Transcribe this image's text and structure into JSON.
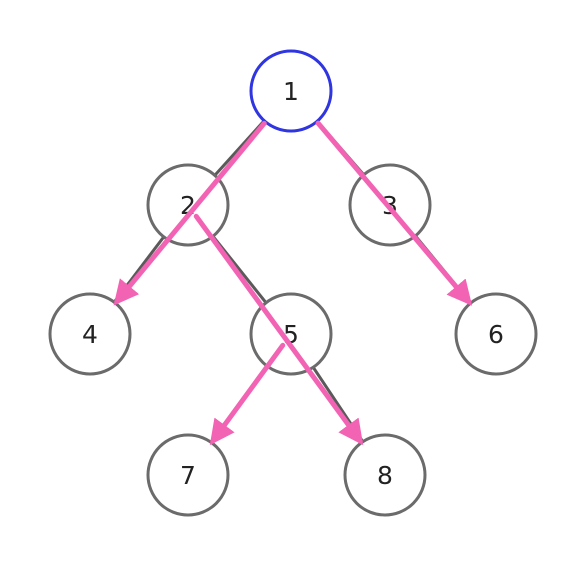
{
  "tree": {
    "root_id": "1",
    "nodes": [
      {
        "id": "1",
        "label": "1",
        "highlighted": true
      },
      {
        "id": "2",
        "label": "2",
        "highlighted": false
      },
      {
        "id": "3",
        "label": "3",
        "highlighted": false
      },
      {
        "id": "4",
        "label": "4",
        "highlighted": false
      },
      {
        "id": "5",
        "label": "5",
        "highlighted": false
      },
      {
        "id": "6",
        "label": "6",
        "highlighted": false
      },
      {
        "id": "7",
        "label": "7",
        "highlighted": false
      },
      {
        "id": "8",
        "label": "8",
        "highlighted": false
      }
    ],
    "tree_edges": [
      {
        "from": "1",
        "to": "2"
      },
      {
        "from": "1",
        "to": "3"
      },
      {
        "from": "2",
        "to": "4"
      },
      {
        "from": "2",
        "to": "5"
      },
      {
        "from": "3",
        "to": "6"
      },
      {
        "from": "5",
        "to": "7"
      },
      {
        "from": "5",
        "to": "8"
      }
    ],
    "arrows": [
      {
        "from": "1",
        "to": "4"
      },
      {
        "from": "1",
        "to": "6"
      },
      {
        "from": "2",
        "to": "8"
      },
      {
        "from": "5",
        "to": "7"
      }
    ]
  },
  "colors": {
    "node_stroke": "#6b6b6b",
    "highlight_stroke": "#2f35e0",
    "edge": "#5a5a5a",
    "arrow": "#f263b4",
    "label": "#222222",
    "background": "#ffffff"
  }
}
